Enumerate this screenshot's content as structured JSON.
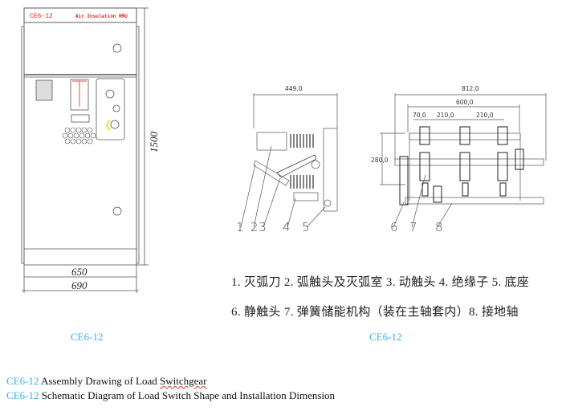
{
  "cabinet": {
    "model_label": "CE6-12",
    "header_text": "Air Insulation RMU",
    "height_dim": "1500",
    "width_dim_inner": "650",
    "width_dim_outer": "690",
    "caption": "CE6-12"
  },
  "switch_drawing": {
    "side_width_dim": "449,0",
    "front_width_dim": "812,0",
    "pole_span_dim": "600,0",
    "offset_dim": "70,0",
    "pitch_dim_1": "210,0",
    "pitch_dim_2": "210,0",
    "height_dim": "280,0",
    "part_numbers": [
      "1",
      "2",
      "3",
      "4",
      "5",
      "6",
      "7",
      "8"
    ],
    "caption": "CE6-12"
  },
  "legend": {
    "line1": "1. 灭弧刀  2. 弧触头及灭弧室  3. 动触头  4. 绝缘子  5. 底座",
    "line2": "6. 静触头  7. 弹簧储能机构（装在主轴套内）8. 接地轴"
  },
  "footer": {
    "line1_model": "CE6-12",
    "line1_text_a": " Assembly Drawing of Load ",
    "line1_text_b": "Switchgear",
    "line2_model": "CE6-12",
    "line2_text": " Schematic Diagram of Load Switch Shape and Installation Dimension"
  },
  "colors": {
    "accent_blue": "#3ab0e8",
    "header_red": "#e02020",
    "indicator_yellow": "#f0e020"
  }
}
